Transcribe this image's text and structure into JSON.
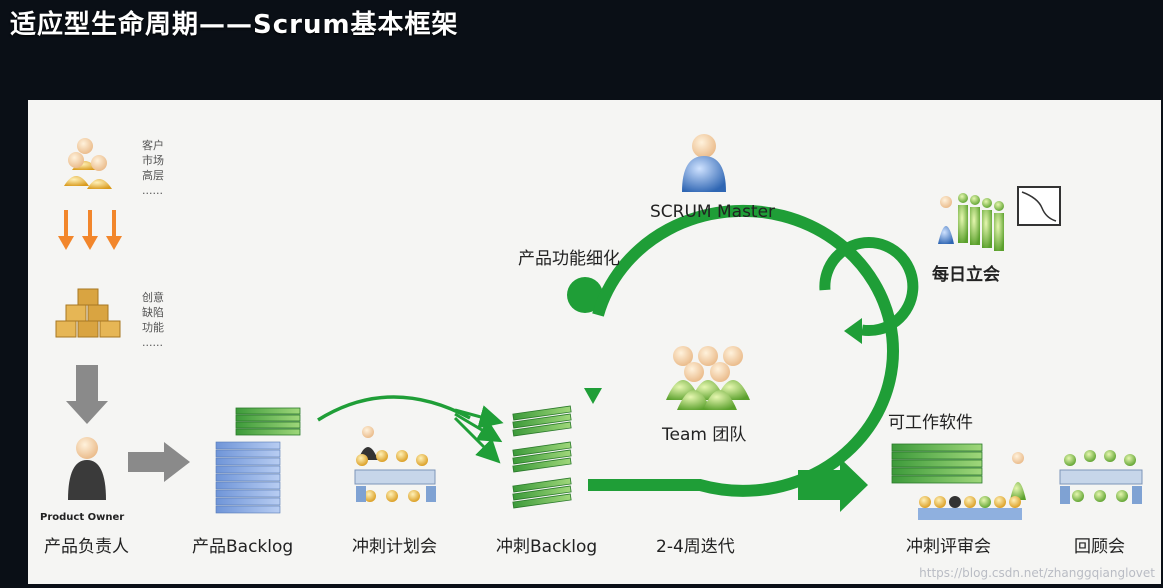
{
  "title": "适应型生命周期——Scrum基本框架",
  "labels": {
    "customers": [
      "客户",
      "市场",
      "高层",
      "......"
    ],
    "ideas": [
      "创意",
      "缺陷",
      "功能",
      "......"
    ],
    "product_owner_en": "Product Owner",
    "product_owner": "产品负责人",
    "product_backlog": "产品Backlog",
    "sprint_planning": "冲刺计划会",
    "sprint_backlog": "冲刺Backlog",
    "iteration": "2-4周迭代",
    "refinement": "产品功能细化",
    "scrum_master": "SCRUM Master",
    "team": "Team 团队",
    "daily_standup": "每日立会",
    "working_software": "可工作软件",
    "sprint_review": "冲刺评审会",
    "retrospective": "回顾会"
  },
  "watermark": "https://blog.csdn.net/zhanggqianglovet",
  "colors": {
    "green": "#1f9e37",
    "orange": "#f2862b",
    "gray_arrow": "#8a8a8a",
    "person_gold": "#e9b64a",
    "person_green": "#8cc63f",
    "person_blue": "#4a7fc0"
  },
  "icons": {
    "people": "people-icon",
    "boxes": "boxes-icon",
    "owner": "person-icon",
    "stack": "document-stack-icon",
    "meeting": "meeting-table-icon",
    "chart": "burndown-chart-icon"
  }
}
